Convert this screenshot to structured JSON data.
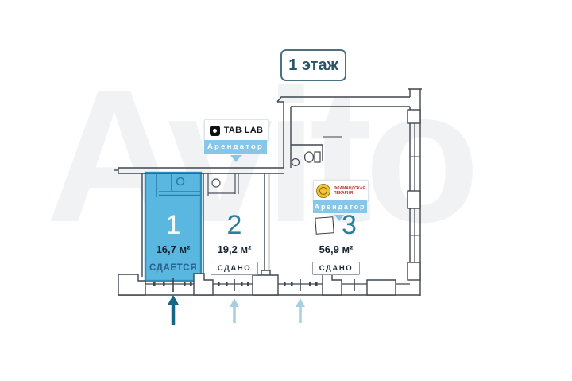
{
  "title": "1 этаж",
  "watermark": "Avito",
  "tenants": [
    {
      "name": "TAB LAB",
      "role_label": "Арендатор"
    },
    {
      "name_line1": "ФЛАМАНДСКАЯ",
      "name_line2": "ПЕКАРНЯ",
      "role_label": "Арендатор"
    }
  ],
  "rooms": [
    {
      "number": "1",
      "area": "16,7 м²",
      "status": "СДАЕТСЯ"
    },
    {
      "number": "2",
      "area": "19,2 м²",
      "status": "СДАНО"
    },
    {
      "number": "3",
      "area": "56,9 м²",
      "status": "СДАНО"
    }
  ],
  "colors": {
    "available_room_fill": "#5ab7e0",
    "available_room_border": "#2e8cba",
    "tenant_bar_blue": "#86c6e8",
    "room_number_teal": "#2e7f9d",
    "status_available_text": "#26618c",
    "entrance_arrow_dark": "#146883",
    "entrance_arrow_light": "#a6cfe1",
    "wall": "#3f464e"
  }
}
